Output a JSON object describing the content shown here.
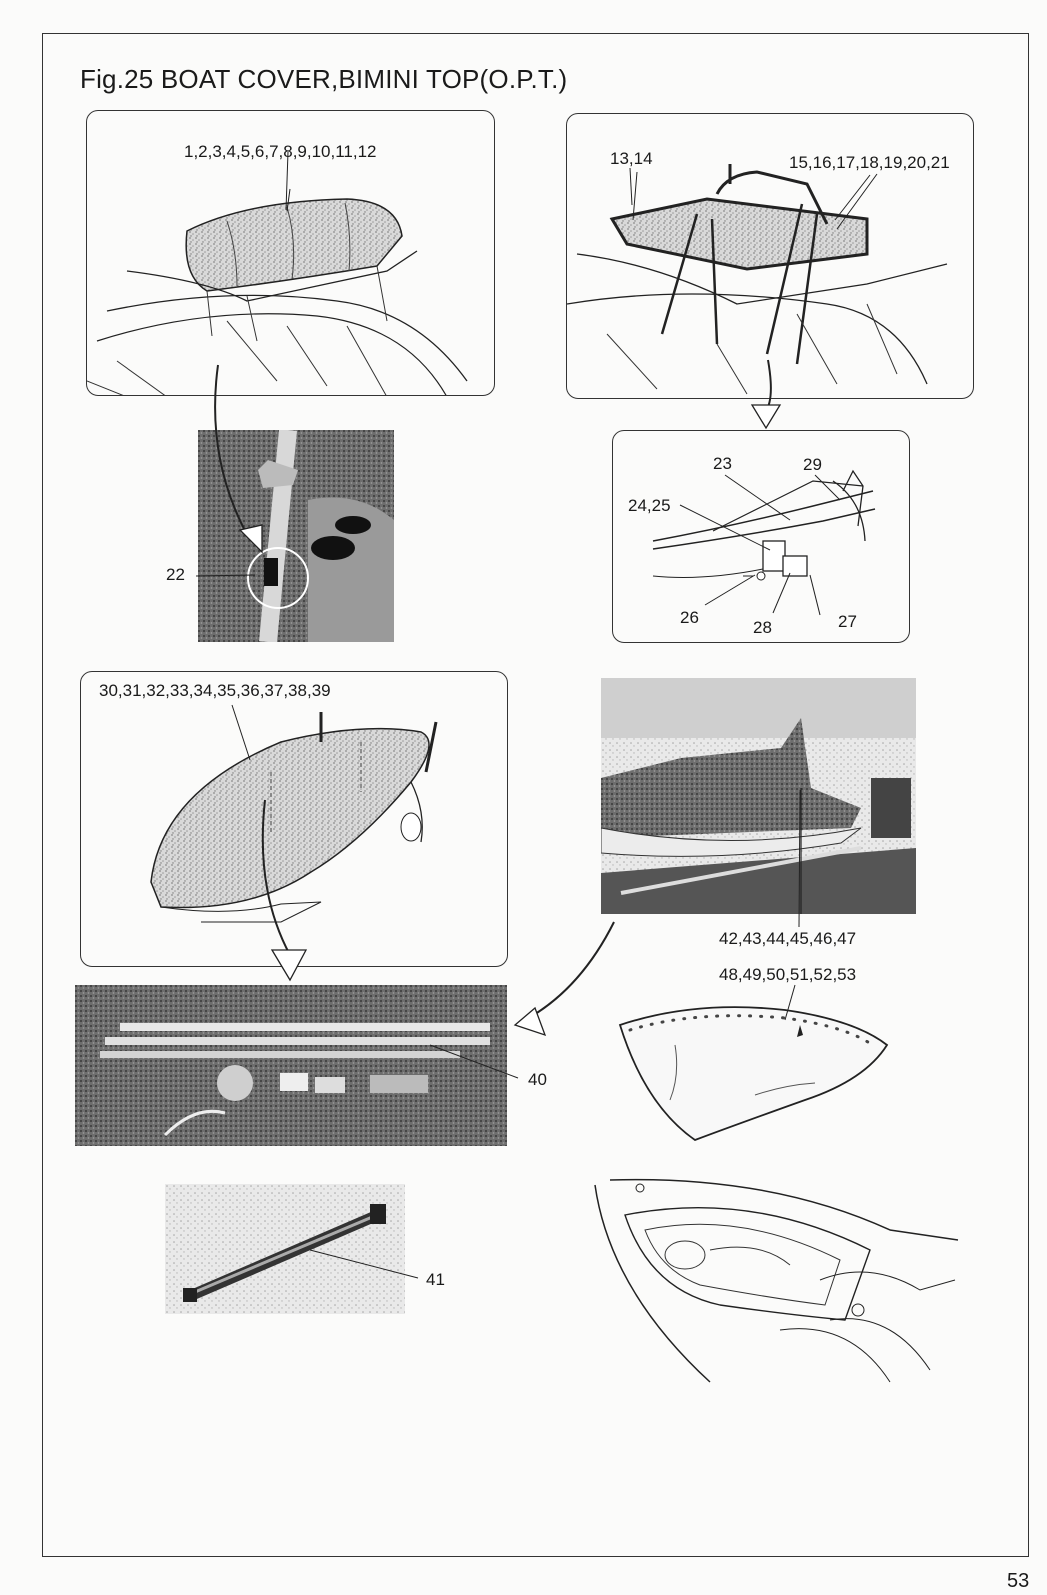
{
  "figure": {
    "title": "Fig.25 BOAT COVER,BIMINI TOP(O.P.T.)"
  },
  "callouts": {
    "bimini_top": "1,2,3,4,5,6,7,8,9,10,11,12",
    "tower_frame": "13,14",
    "tower_canopy": "15,16,17,18,19,20,21",
    "fitting": "22",
    "bracket_23": "23",
    "bracket_29": "29",
    "bracket_2425": "24,25",
    "bracket_26": "26",
    "bracket_28": "28",
    "bracket_27": "27",
    "boat_cover": "30,31,32,33,34,35,36,37,38,39",
    "cover_photo": "42,43,44,45,46,47",
    "support_poles": "40",
    "bow_cover": "48,49,50,51,52,53",
    "pole": "41"
  },
  "page_number": "53",
  "colors": {
    "ink": "#1a1a1a",
    "paper": "#fbfbfa",
    "photo_dark": "#2a2a2a",
    "stipple": "#bdbdbd"
  },
  "icons": {
    "arrow": "curved-arrow-icon"
  }
}
